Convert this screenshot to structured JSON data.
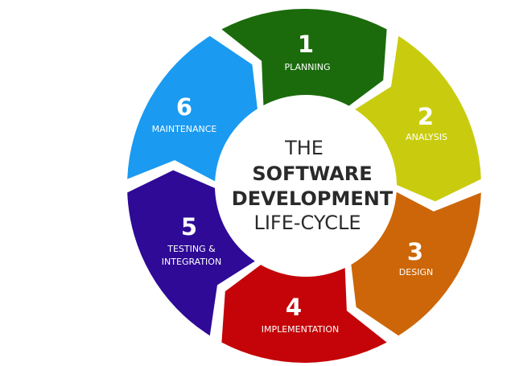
{
  "title": {
    "line1": "THE",
    "line2": "SOFTWARE",
    "line3": "DEVELOPMENT",
    "line4": "LIFE-CYCLE"
  },
  "stages": [
    {
      "number": "1",
      "label": "PLANNING",
      "color": "#1b6b0c"
    },
    {
      "number": "2",
      "label": "ANALYSIS",
      "color": "#c9cc0e"
    },
    {
      "number": "3",
      "label": "DESIGN",
      "color": "#cc6608"
    },
    {
      "number": "4",
      "label": "IMPLEMENTATION",
      "color": "#c40408"
    },
    {
      "number": "5",
      "label_line1": "TESTING &",
      "label_line2": "INTEGRATION",
      "color": "#2e0a96"
    },
    {
      "number": "6",
      "label": "MAINTENANCE",
      "color": "#1a9af0"
    }
  ]
}
